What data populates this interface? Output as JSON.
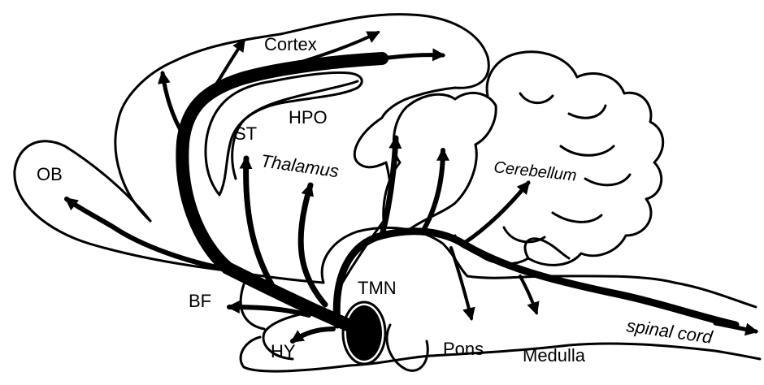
{
  "diagram": {
    "labels": {
      "cortex": "Cortex",
      "hpo": "HPO",
      "st": "ST",
      "thalamus": "Thalamus",
      "ob": "OB",
      "cerebellum": "Cerebellum",
      "bf": "BF",
      "tmn": "TMN",
      "hy": "HY",
      "pons": "Pons",
      "medulla": "Medulla",
      "spinal_cord": "spinal cord"
    },
    "colors": {
      "ink": "#000000",
      "background": "#ffffff"
    }
  }
}
